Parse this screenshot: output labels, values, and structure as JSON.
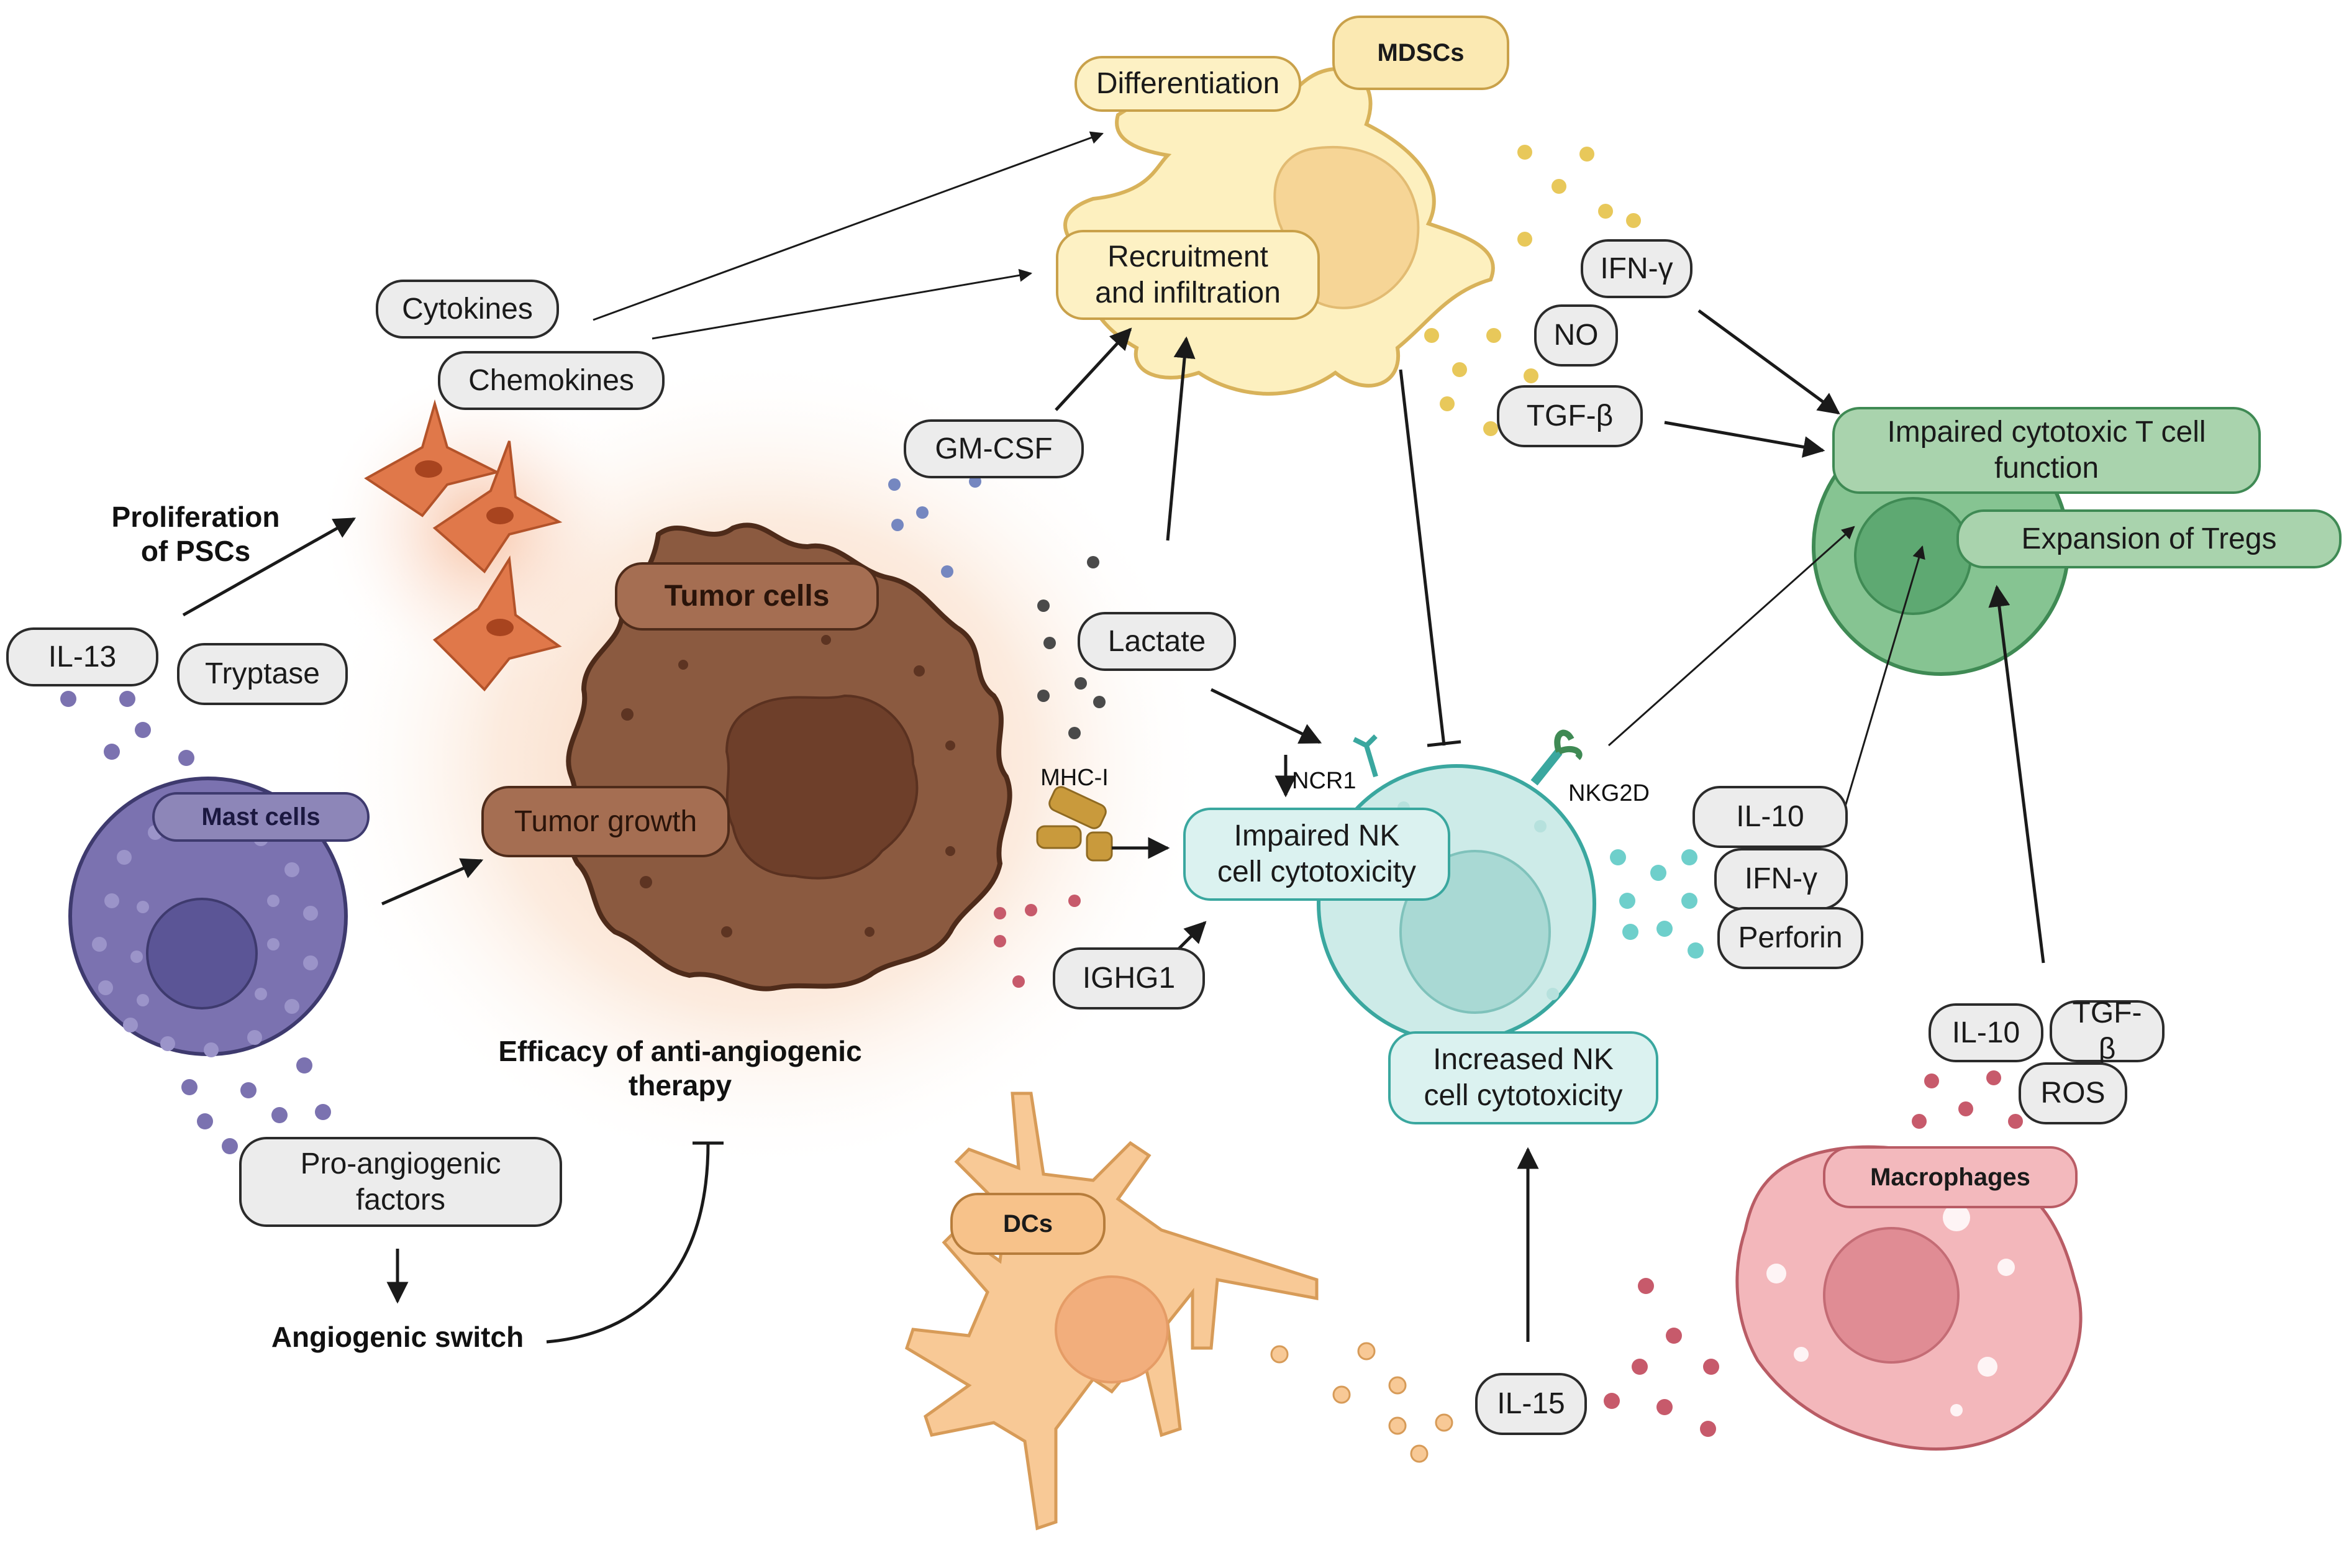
{
  "colors": {
    "mdsc": "#fdf0bf",
    "tumor": "#8b5a40",
    "mast": "#7b72b0",
    "nk": "#cdebe8",
    "tcell": "#86c492",
    "dc": "#f8c996",
    "macrophage": "#f3b7bb",
    "psc": "#e0784a"
  },
  "cells": {
    "mdsc": "MDSCs",
    "tumor": "Tumor cells",
    "mast": "Mast cells",
    "dc": "DCs",
    "macrophage": "Macrophages"
  },
  "labels": {
    "differentiation": "Differentiation",
    "recruitment": "Recruitment\nand infiltration",
    "cytokines": "Cytokines",
    "chemokines": "Chemokines",
    "proliferation": "Proliferation\nof PSCs",
    "gmcsf": "GM-CSF",
    "il13": "IL-13",
    "tryptase": "Tryptase",
    "tumor_growth": "Tumor growth",
    "lactate": "Lactate",
    "mhc1": "MHC-I",
    "ncr1": "NCR1",
    "nkg2d": "NKG2D",
    "impaired_nk": "Impaired NK\ncell cytotoxicity",
    "increased_nk": "Increased NK\ncell cytotoxicity",
    "ighg1": "IGHG1",
    "ifng_top": "IFN-γ",
    "no": "NO",
    "tgfb_top": "TGF-β",
    "impaired_t": "Impaired cytotoxic T cell\nfunction",
    "expansion_tregs": "Expansion of Tregs",
    "il10_nk": "IL-10",
    "ifng_nk": "IFN-γ",
    "perforin": "Perforin",
    "il10_mac": "IL-10",
    "tgfb_mac": "TGF-β",
    "ros": "ROS",
    "pro_angiogenic": "Pro-angiogenic\nfactors",
    "angiogenic_switch": "Angiogenic switch",
    "efficacy": "Efficacy of anti-angiogenic\ntherapy",
    "il15": "IL-15"
  }
}
